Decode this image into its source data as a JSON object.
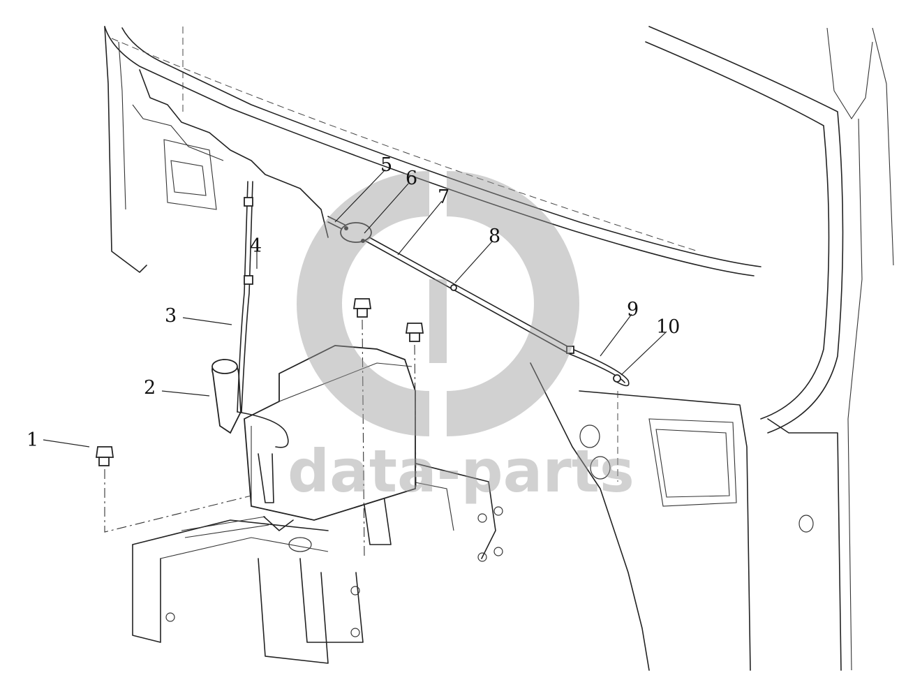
{
  "watermark": {
    "text": "data-parts",
    "color": "#9a9a9a"
  },
  "callouts": [
    {
      "id": 1,
      "label": "1"
    },
    {
      "id": 2,
      "label": "2"
    },
    {
      "id": 3,
      "label": "3"
    },
    {
      "id": 4,
      "label": "4"
    },
    {
      "id": 5,
      "label": "5"
    },
    {
      "id": 6,
      "label": "6"
    },
    {
      "id": 7,
      "label": "7"
    },
    {
      "id": 8,
      "label": "8"
    },
    {
      "id": 9,
      "label": "9"
    },
    {
      "id": 10,
      "label": "10"
    }
  ],
  "colors": {
    "line": "#222222",
    "background": "#ffffff",
    "watermark": "#9a9a9a"
  }
}
